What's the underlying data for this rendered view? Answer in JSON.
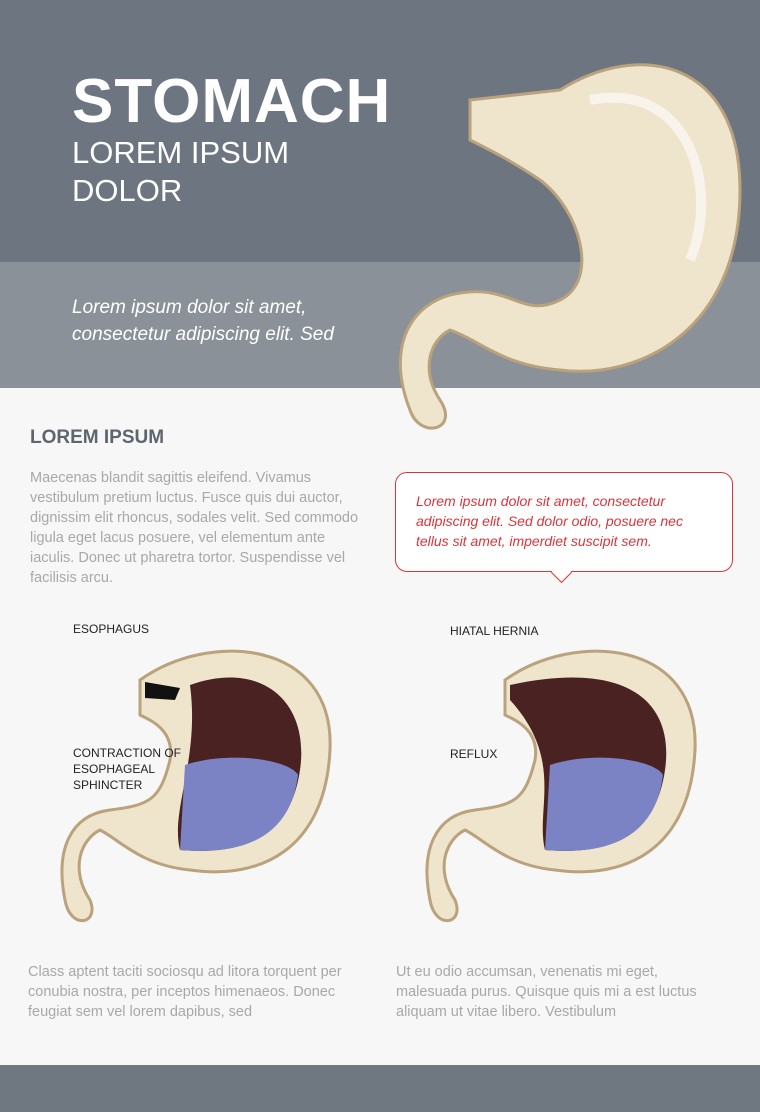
{
  "header": {
    "title": "STOMACH",
    "subtitle": "LOREM IPSUM DOLOR",
    "tagline": "Lorem ipsum dolor sit amet, consectetur adipiscing elit. Sed"
  },
  "section": {
    "heading": "LOREM IPSUM",
    "body": "Maecenas blandit sagittis eleifend. Vivamus vestibulum pretium luctus. Fusce quis dui auctor, dignissim elit rhoncus, sodales velit. Sed commodo ligula eget lacus posuere, vel elementum ante iaculis. Donec ut pharetra tortor. Suspendisse vel facilisis arcu."
  },
  "callout": "Lorem ipsum dolor sit amet, consectetur adipiscing elit. Sed dolor odio, posuere nec tellus sit amet, imperdiet suscipit sem.",
  "diagram_left": {
    "labels": [
      "ESOPHAGUS",
      "CONTRACTION OF ESOPHAGEAL SPHINCTER"
    ],
    "caption": "Class aptent taciti sociosqu ad litora torquent per conubia nostra, per inceptos himenaeos. Donec feugiat sem vel lorem dapibus, sed"
  },
  "diagram_right": {
    "labels": [
      "HIATAL HERNIA",
      "REFLUX"
    ],
    "caption": "Ut eu odio accumsan, venenatis mi eget, malesuada purus. Quisque quis mi a est luctus aliquam ut vitae libero. Vestibulum"
  },
  "colors": {
    "header": "#6d7580",
    "accent": "#d9353a",
    "organ": "#efe4cc",
    "fluid": "#7b83c4",
    "cavity": "#4a2222"
  }
}
